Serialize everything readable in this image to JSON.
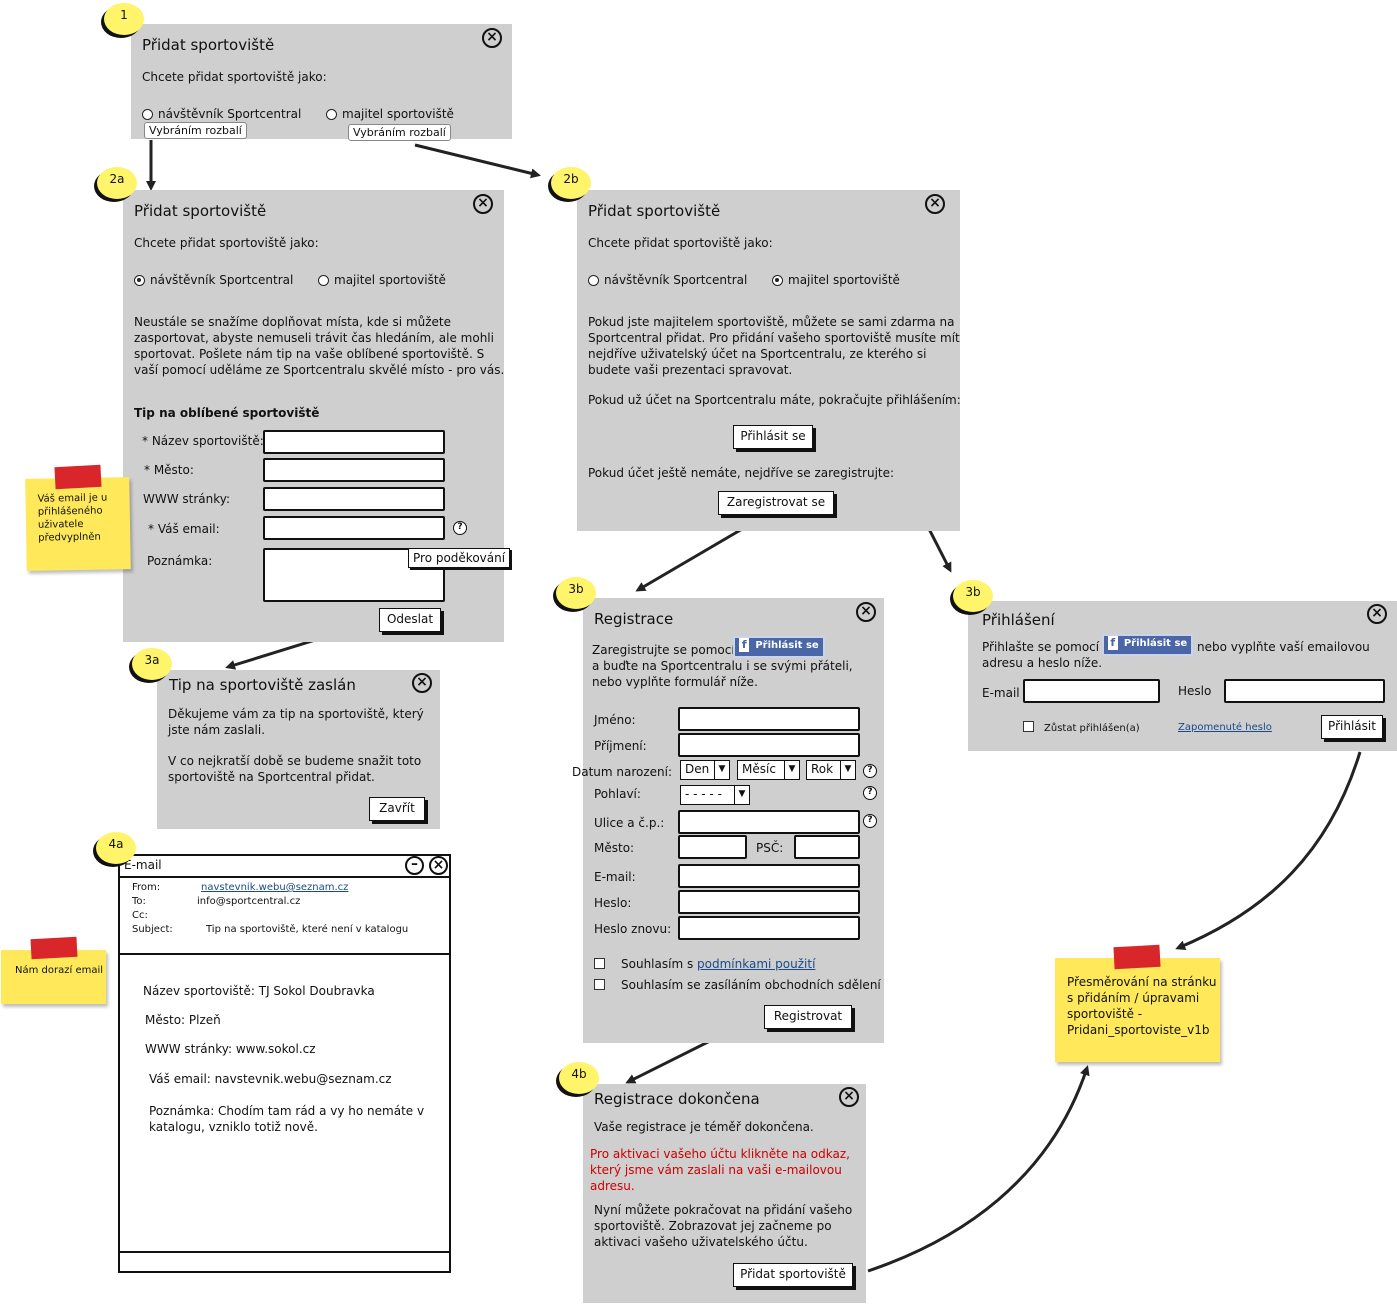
{
  "step1": {
    "badge": "1",
    "title": "Přidat sportoviště",
    "question": "Chcete přidat sportoviště jako:",
    "opt_visitor": "návštěvník Sportcentral",
    "opt_owner": "majitel sportoviště",
    "tip_left": "Vybráním rozbalí",
    "tip_right": "Vybráním rozbalí"
  },
  "step2a": {
    "badge": "2a",
    "title": "Přidat sportoviště",
    "question": "Chcete přidat sportoviště jako:",
    "opt_visitor": "návštěvník Sportcentral",
    "opt_owner": "majitel sportoviště",
    "intro": [
      "Neustále se snažíme doplňovat místa, kde si můžete",
      "zasportovat, abyste nemuseli trávit čas hledáním, ale mohli",
      "sportovat. Pošlete nám tip na vaše oblíbené sportoviště. S",
      "vaší pomocí uděláme ze Sportcentralu skvělé místo - pro vás."
    ],
    "section": "Tip na oblíbené sportoviště",
    "label_name": "* Název sportoviště:",
    "label_city": "* Město:",
    "label_www": "WWW stránky:",
    "label_email": "* Váš email:",
    "label_note": "Poznámka:",
    "tooltip": "Pro poděkování",
    "submit": "Odeslat"
  },
  "note_email": {
    "lines": [
      "Váš email je u",
      "přihlášeného",
      "uživatele",
      "předvyplněn"
    ]
  },
  "step2b": {
    "badge": "2b",
    "title": "Přidat sportoviště",
    "question": "Chcete přidat sportoviště jako:",
    "opt_visitor": "návštěvník Sportcentral",
    "opt_owner": "majitel sportoviště",
    "intro": [
      "Pokud jste majitelem sportoviště, můžete se sami zdarma na",
      "Sportcentral přidat. Pro přidání vašeho sportoviště musíte mít",
      "nejdříve uživatelský účet na Sportcentralu, ze kterého si",
      "budete vaši prezentaci spravovat."
    ],
    "have_account": "Pokud už účet na Sportcentralu máte, pokračujte přihlášením:",
    "login_btn": "Přihlásit se",
    "no_account": "Pokud účet ještě nemáte, nejdříve se zaregistrujte:",
    "register_btn": "Zaregistrovat se"
  },
  "step3a": {
    "badge": "3a",
    "title": "Tip na sportoviště zaslán",
    "p1": [
      "Děkujeme vám za tip na sportoviště, který",
      "jste nám zaslali."
    ],
    "p2": [
      "V co nejkratší době se budeme snažit toto",
      "sportoviště na Sportcentral přidat."
    ],
    "close_btn": "Zavřít"
  },
  "step3b_reg": {
    "badge": "3b",
    "title": "Registrace",
    "fb_prefix": "Zaregistrujte se pomocí",
    "fb_btn": "Přihlásit se",
    "fb_rest": [
      "a buďte na Sportcentralu i se svými přáteli,",
      "nebo vyplňte formulář níže."
    ],
    "label_first": "Jméno:",
    "label_last": "Příjmení:",
    "label_dob": "Datum narození:",
    "dob_day": "Den",
    "dob_month": "Měsíc",
    "dob_year": "Rok",
    "label_gender": "Pohlaví:",
    "gender_value": "- - - - -",
    "label_street": "Ulice a č.p.:",
    "label_city": "Město:",
    "label_zip": "PSČ:",
    "label_email": "E-mail:",
    "label_pass": "Heslo:",
    "label_pass2": "Heslo znovu:",
    "agree_prefix": "Souhlasím s",
    "agree_link": "podmínkami použití",
    "agree_marketing": "Souhlasím se zasíláním obchodních sdělení",
    "submit": "Registrovat"
  },
  "step3b_login": {
    "badge": "3b",
    "title": "Přihlášení",
    "fb_prefix": "Přihlašte se pomocí",
    "fb_btn": "Přihlásit se",
    "fb_suffix": "nebo vyplňte vaší emailovou",
    "fb_line2": "adresu a heslo níže.",
    "label_email": "E-mail",
    "label_pass": "Heslo",
    "remember": "Zůstat přihlášen(a)",
    "forgot": "Zapomenuté heslo",
    "submit": "Přihlásit"
  },
  "step4a": {
    "badge": "4a",
    "window_title": "E-mail",
    "from_label": "From:",
    "from_value": "navstevnik.webu@seznam.cz",
    "to_label": "To:",
    "to_value": "info@sportcentral.cz",
    "cc_label": "Cc:",
    "subject_label": "Subject:",
    "subject_value": "Tip na sportoviště, které není v katalogu",
    "body_name": "Název sportoviště: TJ Sokol Doubravka",
    "body_city": "Město: Plzeň",
    "body_www": "WWW stránky: www.sokol.cz",
    "body_email": "Váš email: navstevnik.webu@seznam.cz",
    "body_note": [
      "Poznámka: Chodím tam rád a vy ho nemáte v",
      "katalogu, vzniklo totiž nově."
    ]
  },
  "note_mail": {
    "text": "Nám dorazí email"
  },
  "step4b": {
    "badge": "4b",
    "title": "Registrace dokončena",
    "p1": "Vaše registrace je téměř dokončena.",
    "p2": [
      "Pro aktivaci vašeho účtu klikněte na odkaz,",
      "který jsme vám zaslali na vaši e-mailovou",
      "adresu."
    ],
    "p3": [
      "Nyní můžete pokračovat na přidání vašeho",
      "sportoviště. Zobrazovat jej začneme po",
      "aktivaci vašeho uživatelského účtu."
    ],
    "btn": "Přidat sportoviště"
  },
  "note_redirect": {
    "lines": [
      "Přesměrování na stránku",
      "s přidáním / úpravami",
      "sportoviště -",
      "Pridani_sportoviste_v1b"
    ]
  },
  "colors": {
    "panel": "#cfcfcf",
    "sticky": "#ffe95a",
    "tape": "#d8262a",
    "badge": "#fff46a",
    "facebook": "#4a66a6",
    "warning": "#cc0000"
  }
}
